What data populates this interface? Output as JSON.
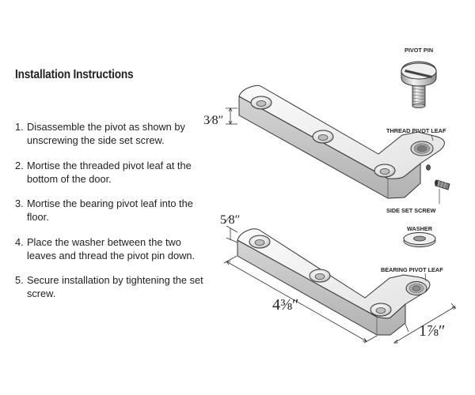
{
  "title": "Installation Instructions",
  "steps": [
    {
      "num": "1.",
      "text": "Disassemble the pivot as shown by unscrewing the side set screw."
    },
    {
      "num": "2.",
      "text": "Mortise the threaded pivot leaf at the bottom of the door."
    },
    {
      "num": "3.",
      "text": "Mortise the bearing pivot leaf into the floor."
    },
    {
      "num": "4.",
      "text": "Place the washer between the two leaves and thread the pivot pin down."
    },
    {
      "num": "5.",
      "text": "Secure installation by tightening the set screw."
    }
  ],
  "labels": {
    "pivot_pin": "PIVOT PIN",
    "thread_pivot_leaf": "THREAD PIVOT LEAF",
    "side_set_screw": "SIDE SET SCREW",
    "washer": "WASHER",
    "bearing_pivot_leaf": "BEARING PIVOT LEAF"
  },
  "dimensions": {
    "top_thickness": "3⁄8″",
    "bottom_thickness": "5⁄8″",
    "length": "4⅜″",
    "width": "1⅞″"
  }
}
